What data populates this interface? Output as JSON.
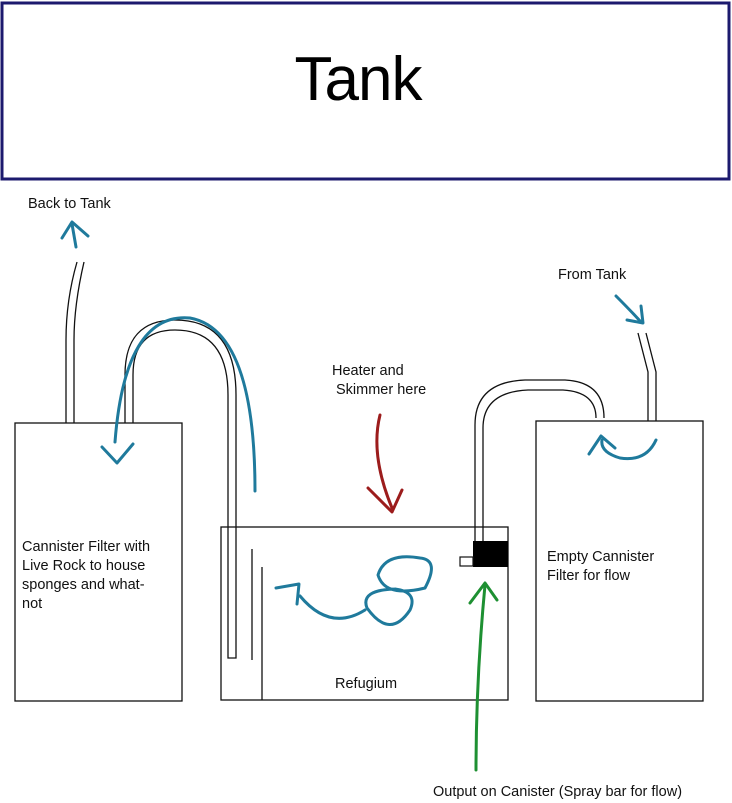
{
  "tank": {
    "title": "Tank"
  },
  "labels": {
    "back_to_tank": "Back to Tank",
    "from_tank": "From Tank",
    "heater_line1": "Heater and",
    "heater_line2": "Skimmer here",
    "left_filter": [
      "Cannister Filter with",
      "Live Rock to house",
      "sponges and what-",
      "not"
    ],
    "right_filter": [
      "Empty Cannister",
      "Filter for flow"
    ],
    "refugium": "Refugium",
    "output": "Output on Canister (Spray bar for flow)"
  },
  "colors": {
    "tank_border": "#1c1a6e",
    "flow_arrow": "#1f7a9c",
    "heater_arrow": "#9c1c1c",
    "output_arrow": "#1e9032",
    "line": "#111111",
    "pump": "#000000"
  }
}
